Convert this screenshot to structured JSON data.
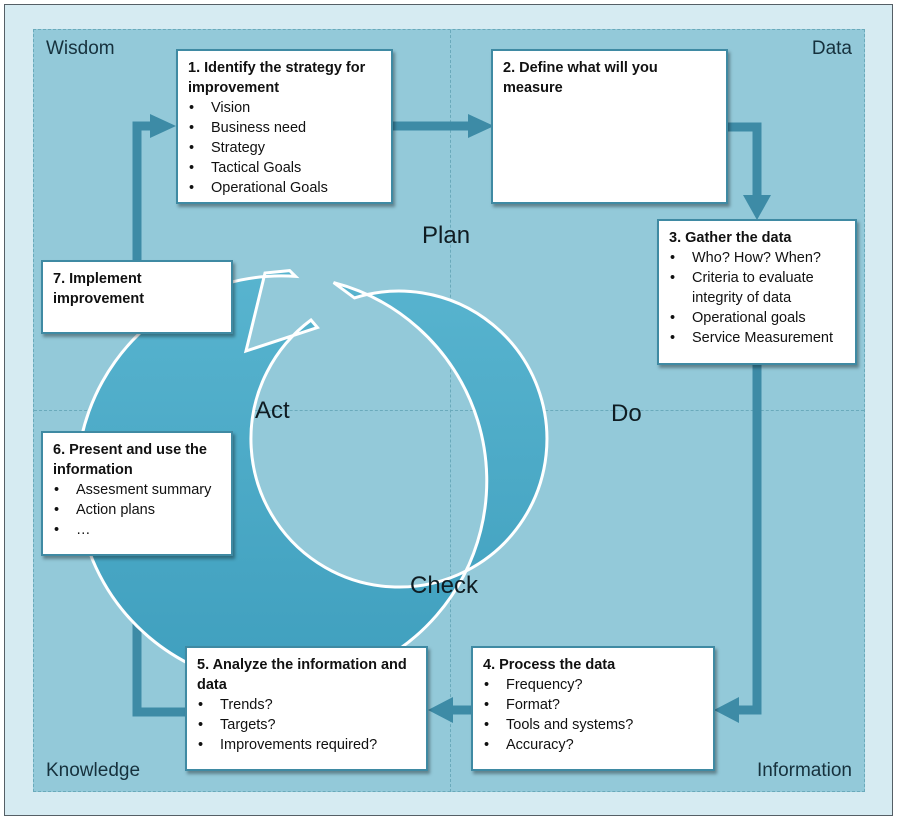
{
  "quadrants": {
    "top_left": "Wisdom",
    "top_right": "Data",
    "bottom_left": "Knowledge",
    "bottom_right": "Information"
  },
  "cycle": {
    "plan": "Plan",
    "do": "Do",
    "check": "Check",
    "act": "Act"
  },
  "steps": [
    {
      "title": "1. Identify the strategy for improvement",
      "items": [
        "Vision",
        "Business need",
        "Strategy",
        "Tactical Goals",
        "Operational Goals"
      ]
    },
    {
      "title": "2. Define what will you measure",
      "items": []
    },
    {
      "title": "3. Gather the data",
      "items": [
        "Who? How? When?",
        "Criteria to  evaluate integrity of data",
        "Operational goals",
        "Service Measurement"
      ]
    },
    {
      "title": "4. Process the data",
      "items": [
        "Frequency?",
        "Format?",
        "Tools and systems?",
        "Accuracy?"
      ]
    },
    {
      "title": "5. Analyze the information and data",
      "items": [
        "Trends?",
        "Targets?",
        "Improvements required?"
      ]
    },
    {
      "title": "6. Present and use the information",
      "items": [
        "Assesment summary",
        "Action plans",
        "…"
      ]
    },
    {
      "title": "7. Implement improvement",
      "items": []
    }
  ],
  "colors": {
    "panel": "#93c9d9",
    "ring": "#4aa9c6",
    "arrow": "#3d8ba6",
    "box_border": "#3f8aa3"
  }
}
